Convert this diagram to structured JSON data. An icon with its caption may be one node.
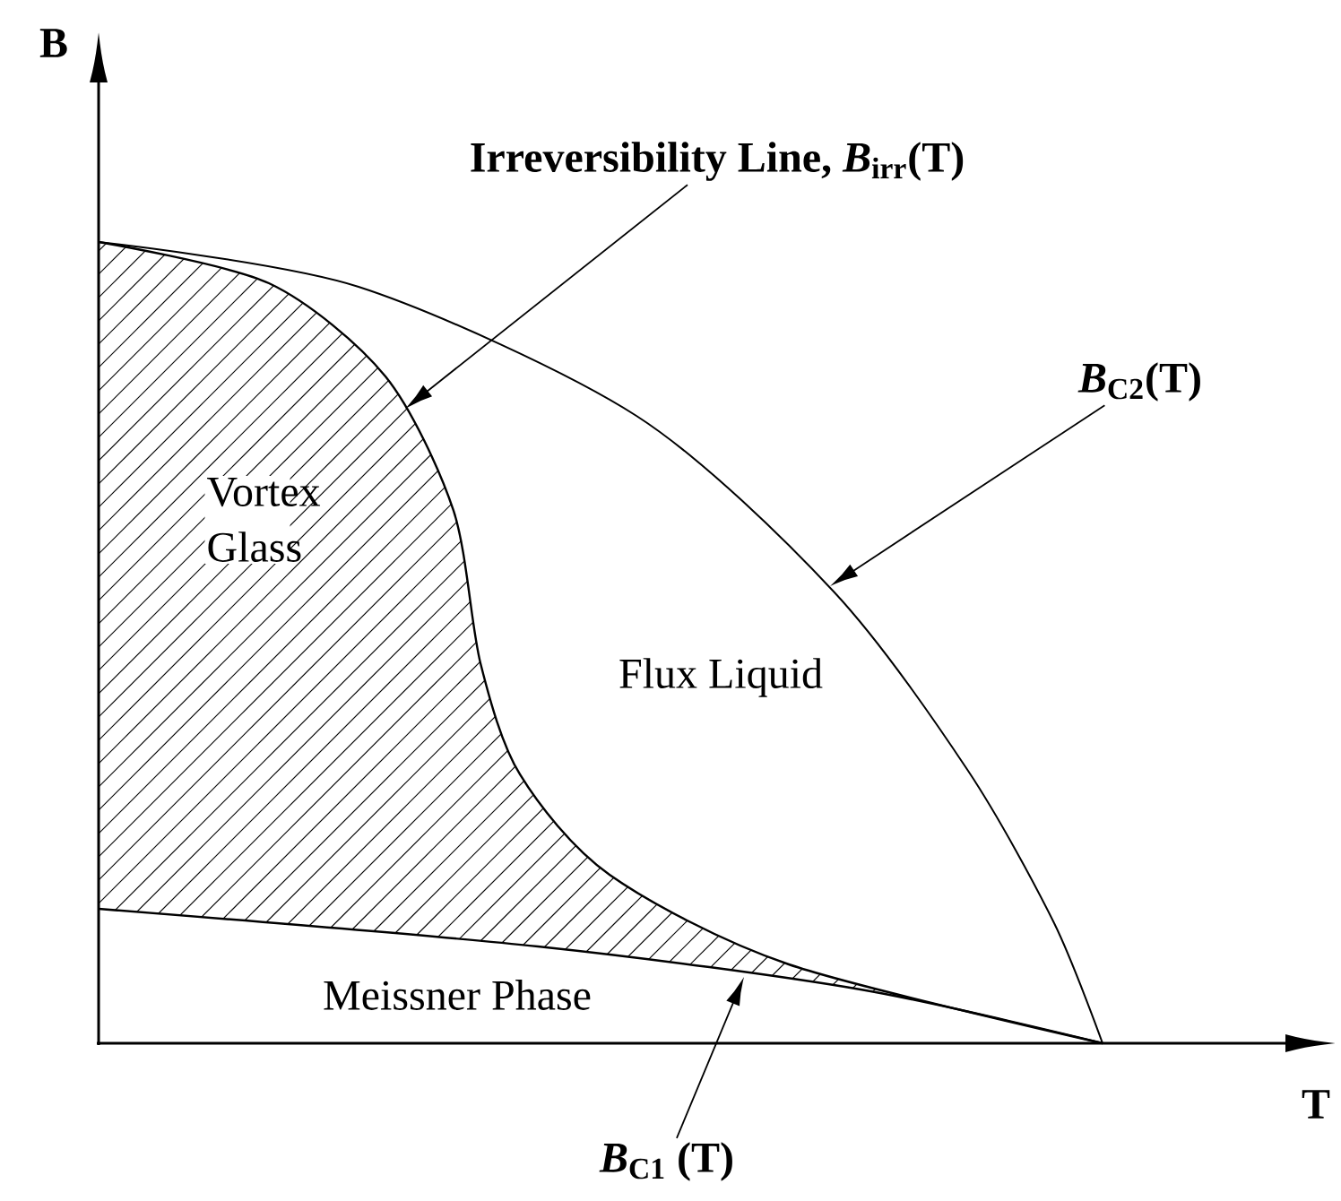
{
  "diagram": {
    "nodes": [
      {
        "text": [
          "Irreversibility Line, *B*$_{irr}$(T)"
        ]
      },
      {
        "text": [
          "*B*$_{C2}$(T)"
        ]
      },
      {
        "text": [
          "*B*$_{C1}$ (T)"
        ]
      }
    ],
    "edges": [
      {
        "from": 0,
        "to": null,
        "arrow": "to"
      },
      {
        "from": 1,
        "to": null,
        "arrow": "to"
      },
      {
        "from": 2,
        "to": null,
        "arrow": "to"
      }
    ],
    "labels": [
      "B",
      "T",
      "Vortex Glass",
      "Flux Liquid",
      "Meissner Phase"
    ]
  }
}
